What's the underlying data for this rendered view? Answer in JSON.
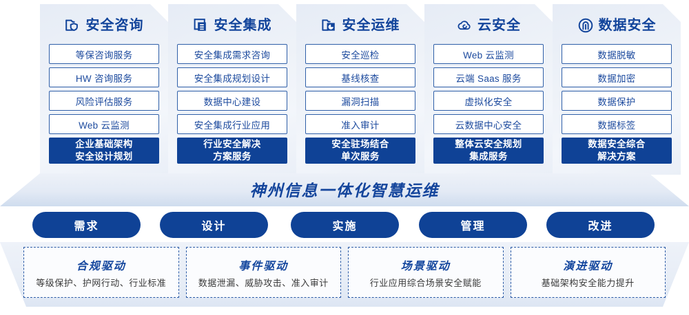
{
  "columns": [
    {
      "icon": "folder-shield-icon",
      "title": "安全咨询",
      "items": [
        "等保咨询服务",
        "HW 咨询服务",
        "风险评估服务",
        "Web 云监测"
      ],
      "highlight": [
        "企业基础架构",
        "安全设计规划"
      ]
    },
    {
      "icon": "document-stack-icon",
      "title": "安全集成",
      "items": [
        "安全集成需求咨询",
        "安全集成规划设计",
        "数据中心建设",
        "安全集成行业应用"
      ],
      "highlight": [
        "行业安全解决",
        "方案服务"
      ]
    },
    {
      "icon": "folder-chart-icon",
      "title": "安全运维",
      "items": [
        "安全巡检",
        "基线核查",
        "漏洞扫描",
        "准入审计"
      ],
      "highlight": [
        "安全驻场结合",
        "单次服务"
      ]
    },
    {
      "icon": "cloud-icon",
      "title": "云安全",
      "items": [
        "Web 云监测",
        "云端 Saas 服务",
        "虚拟化安全",
        "云数据中心安全"
      ],
      "highlight": [
        "整体云安全规划",
        "集成服务"
      ]
    },
    {
      "icon": "fingerprint-icon",
      "title": "数据安全",
      "items": [
        "数据脱敏",
        "数据加密",
        "数据保护",
        "数据标签"
      ],
      "highlight": [
        "数据安全综合",
        "解决方案"
      ]
    }
  ],
  "banner": {
    "text": "神州信息一体化智慧运维"
  },
  "phases": [
    "需求",
    "设计",
    "实施",
    "管理",
    "改进"
  ],
  "drivers": [
    {
      "title": "合规驱动",
      "desc": "等级保护、护网行动、行业标准"
    },
    {
      "title": "事件驱动",
      "desc": "数据泄漏、威胁攻击、准入审计"
    },
    {
      "title": "场景驱动",
      "desc": "行业应用综合场景安全赋能"
    },
    {
      "title": "演进驱动",
      "desc": "基础架构安全能力提升"
    }
  ],
  "colors": {
    "brand_blue": "#0f4296",
    "title_blue": "#12449b",
    "item_border": "#2f5fa8",
    "panel_bg": "#eef2f8"
  }
}
